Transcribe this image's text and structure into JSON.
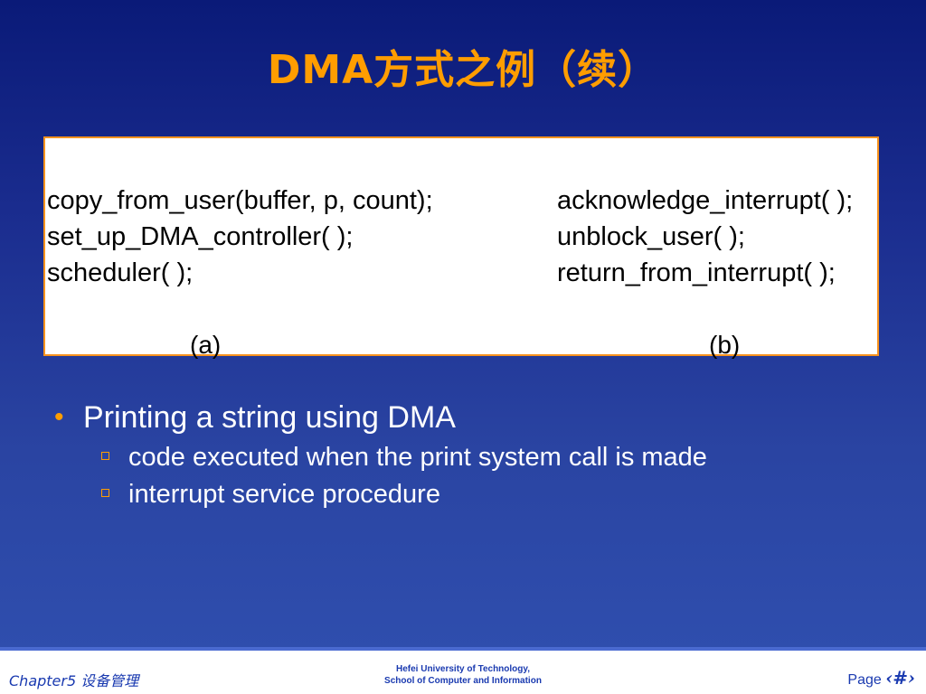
{
  "slide": {
    "title": "DMA方式之例（续）"
  },
  "code_box": {
    "col_a": [
      "copy_from_user(buffer, p, count);",
      "set_up_DMA_controller( );",
      "scheduler( );"
    ],
    "col_b": [
      "acknowledge_interrupt( );",
      "unblock_user( );",
      "return_from_interrupt( );"
    ],
    "caption_a": "(a)",
    "caption_b": "(b)"
  },
  "bullets": {
    "main": "Printing a string using DMA",
    "bullet_symbol": "•",
    "sub_items": [
      "code executed when the print system call is made",
      "interrupt service procedure"
    ]
  },
  "footer": {
    "left": "Chapter5 设备管理",
    "center_line1": "Hefei University of Technology,",
    "center_line2": "School of Computer and Information",
    "page_label": "Page",
    "page_num": "‹#›"
  },
  "colors": {
    "title": "#ff9d00",
    "accent_border": "#f7931e",
    "footer_text": "#1a3ab0"
  }
}
